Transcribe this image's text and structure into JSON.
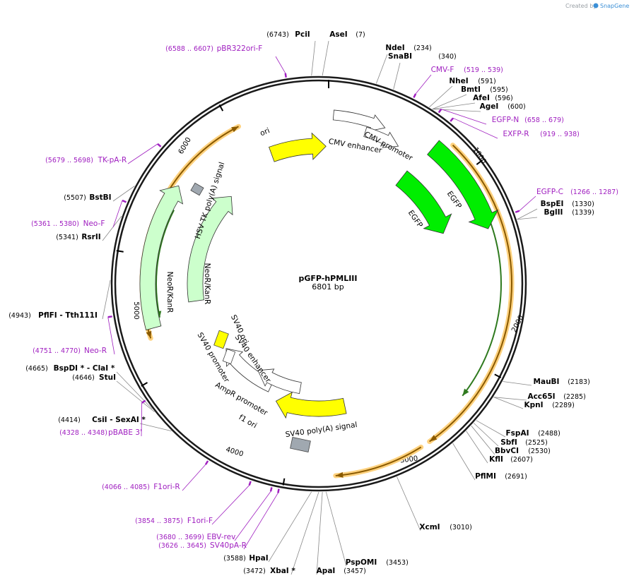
{
  "credit": {
    "prefix": "Created by",
    "brand": "SnapGene"
  },
  "plasmid": {
    "name": "pGFP-hPMLIII",
    "size_label": "6801 bp"
  },
  "ticks": [
    {
      "label": "1000"
    },
    {
      "label": "2000"
    },
    {
      "label": "3000"
    },
    {
      "label": "4000"
    },
    {
      "label": "5000"
    },
    {
      "label": "6000"
    }
  ],
  "sites": [
    {
      "name": "PciI",
      "pos": "(6743)"
    },
    {
      "name": "AseI",
      "pos": "(7)"
    },
    {
      "name": "NdeI",
      "pos": "(234)"
    },
    {
      "name": "SnaBI",
      "pos": "(340)"
    },
    {
      "name": "NheI",
      "pos": "(591)"
    },
    {
      "name": "BmtI",
      "pos": "(595)"
    },
    {
      "name": "AfeI",
      "pos": "(596)"
    },
    {
      "name": "AgeI",
      "pos": "(600)"
    },
    {
      "name": "BspEI",
      "pos": "(1330)"
    },
    {
      "name": "BglII",
      "pos": "(1339)"
    },
    {
      "name": "MauBI",
      "pos": "(2183)"
    },
    {
      "name": "Acc65I",
      "pos": "(2285)"
    },
    {
      "name": "KpnI",
      "pos": "(2289)"
    },
    {
      "name": "FspAI",
      "pos": "(2488)"
    },
    {
      "name": "SbfI",
      "pos": "(2525)"
    },
    {
      "name": "BbvCI",
      "pos": "(2530)"
    },
    {
      "name": "KflI",
      "pos": "(2607)"
    },
    {
      "name": "PflMI",
      "pos": "(2691)"
    },
    {
      "name": "XcmI",
      "pos": "(3010)"
    },
    {
      "name": "PspOMI",
      "pos": "(3453)"
    },
    {
      "name": "ApaI",
      "pos": "(3457)"
    },
    {
      "name": "XbaI *",
      "pos": "(3472)"
    },
    {
      "name": "HpaI",
      "pos": "(3588)"
    },
    {
      "name": "CsiI   - SexAI *",
      "pos": "(4414)"
    },
    {
      "name": "StuI",
      "pos": "(4646)"
    },
    {
      "name": "BspDI *  - ClaI *",
      "pos": "(4665)"
    },
    {
      "name": "PflFI   - Tth111I",
      "pos": "(4943)"
    },
    {
      "name": "RsrII",
      "pos": "(5341)"
    },
    {
      "name": "BstBI",
      "pos": "(5507)"
    }
  ],
  "primers": [
    {
      "name": "pBR322ori-F",
      "pos": "(6588 .. 6607)"
    },
    {
      "name": "CMV-F",
      "pos": "(519 .. 539)"
    },
    {
      "name": "EGFP-N",
      "pos": "(658 .. 679)"
    },
    {
      "name": "EXFP-R",
      "pos": "(919 .. 938)"
    },
    {
      "name": "EGFP-C",
      "pos": "(1266 .. 1287)"
    },
    {
      "name": "TK-pA-R",
      "pos": "(5679 .. 5698)"
    },
    {
      "name": "Neo-F",
      "pos": "(5361 .. 5380)"
    },
    {
      "name": "Neo-R",
      "pos": "(4751 .. 4770)"
    },
    {
      "name": "pBABE 3'",
      "pos": "(4328 .. 4348)"
    },
    {
      "name": "F1ori-R",
      "pos": "(4066 .. 4085)"
    },
    {
      "name": "F1ori-F",
      "pos": "(3854 .. 3875)"
    },
    {
      "name": "EBV-rev",
      "pos": "(3680 .. 3699)"
    },
    {
      "name": "SV40pA-R",
      "pos": "(3626 .. 3645)"
    }
  ],
  "features": [
    {
      "name": "ori"
    },
    {
      "name": "CMV enhancer"
    },
    {
      "name": "CMV promoter"
    },
    {
      "name": "EGFP"
    },
    {
      "name": "EGFP"
    },
    {
      "name": "HSV TK poly(A) signal"
    },
    {
      "name": "NeoR/KanR"
    },
    {
      "name": "NeoR/KanR"
    },
    {
      "name": "SV40 ori"
    },
    {
      "name": "SV40 enhancer"
    },
    {
      "name": "SV40 promoter"
    },
    {
      "name": "AmpR promoter"
    },
    {
      "name": "f1 ori"
    },
    {
      "name": "SV40 poly(A) signal"
    }
  ],
  "colors": {
    "backbone": "#1a1a1a",
    "ori": "#ffff00",
    "egfp": "#00ee00",
    "neo": "#ccffcc",
    "promoter": "#ffffff",
    "polyA": "#a0a8b0",
    "orf_highlight": "#ffd27f",
    "orf_arrow": "#8a5a00",
    "neo_orf": "#2f7a1f",
    "primer": "#a020c0"
  }
}
